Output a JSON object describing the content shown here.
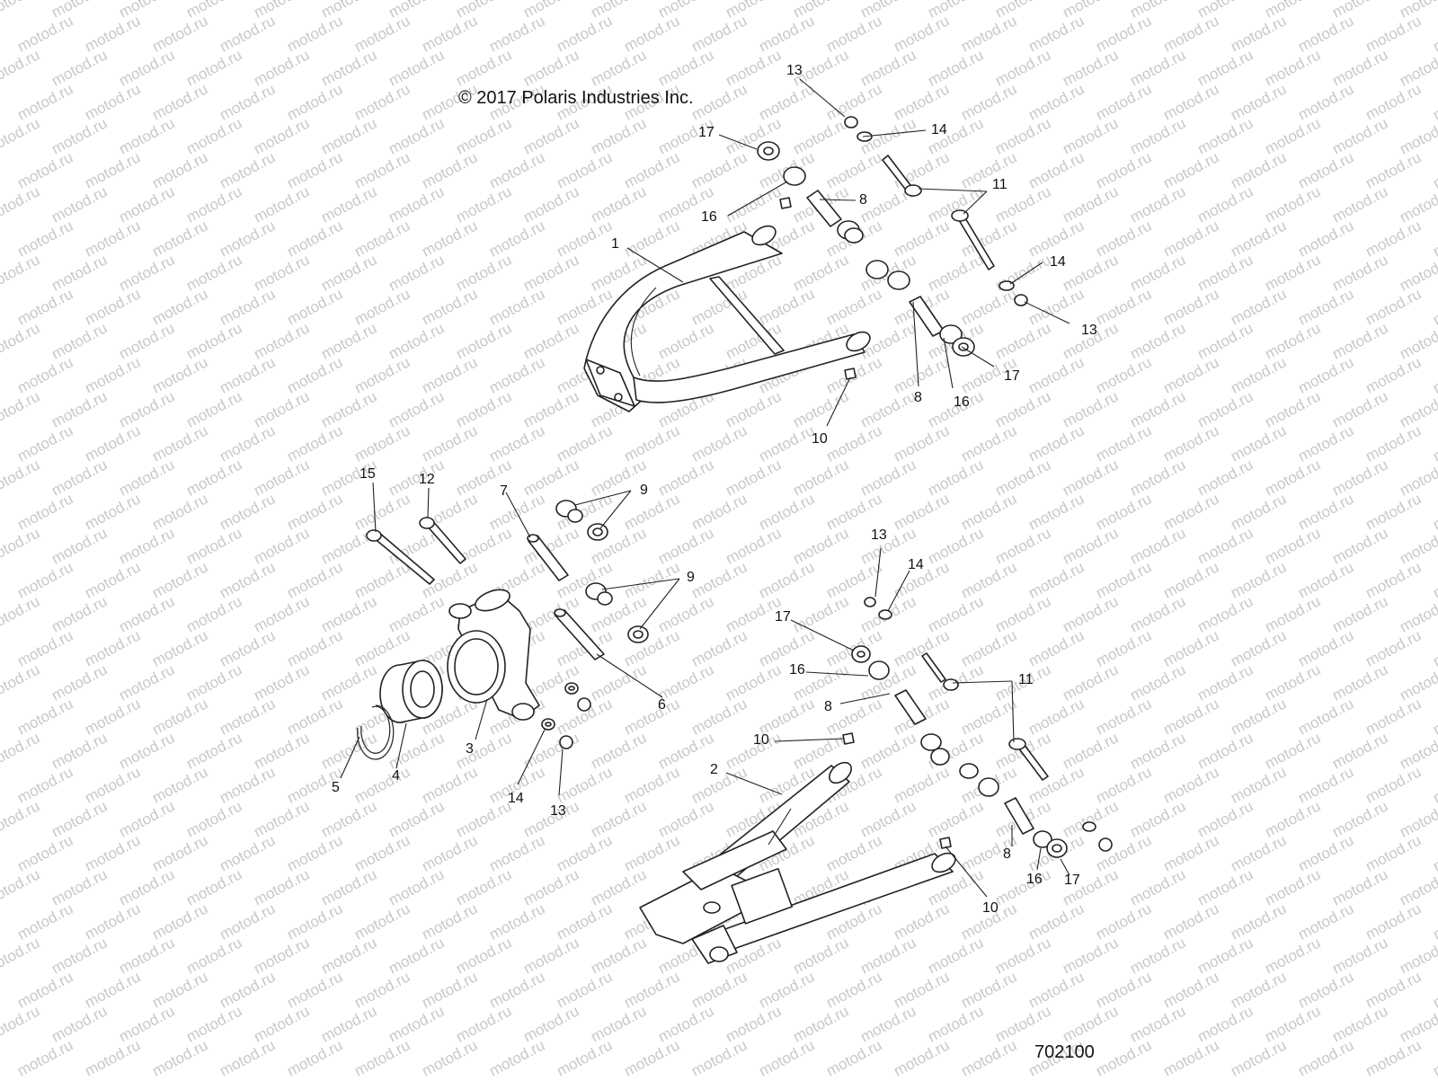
{
  "copyright": "© 2017  Polaris Industries Inc.",
  "diagram_number": "702100",
  "watermark": "motod.ru",
  "callouts": [
    {
      "id": "c1",
      "text": "1"
    },
    {
      "id": "c2",
      "text": "2"
    },
    {
      "id": "c3",
      "text": "3"
    },
    {
      "id": "c4",
      "text": "4"
    },
    {
      "id": "c5",
      "text": "5"
    },
    {
      "id": "c6",
      "text": "6"
    },
    {
      "id": "c7",
      "text": "7"
    },
    {
      "id": "c8a",
      "text": "8"
    },
    {
      "id": "c8b",
      "text": "8"
    },
    {
      "id": "c8c",
      "text": "8"
    },
    {
      "id": "c8d",
      "text": "8"
    },
    {
      "id": "c9a",
      "text": "9"
    },
    {
      "id": "c9b",
      "text": "9"
    },
    {
      "id": "c10a",
      "text": "10"
    },
    {
      "id": "c10b",
      "text": "10"
    },
    {
      "id": "c10c",
      "text": "10"
    },
    {
      "id": "c11a",
      "text": "11"
    },
    {
      "id": "c11b",
      "text": "11"
    },
    {
      "id": "c12",
      "text": "12"
    },
    {
      "id": "c13a",
      "text": "13"
    },
    {
      "id": "c13b",
      "text": "13"
    },
    {
      "id": "c13c",
      "text": "13"
    },
    {
      "id": "c13d",
      "text": "13"
    },
    {
      "id": "c14a",
      "text": "14"
    },
    {
      "id": "c14b",
      "text": "14"
    },
    {
      "id": "c14c",
      "text": "14"
    },
    {
      "id": "c14d",
      "text": "14"
    },
    {
      "id": "c15",
      "text": "15"
    },
    {
      "id": "c16a",
      "text": "16"
    },
    {
      "id": "c16b",
      "text": "16"
    },
    {
      "id": "c16c",
      "text": "16"
    },
    {
      "id": "c16d",
      "text": "16"
    },
    {
      "id": "c17a",
      "text": "17"
    },
    {
      "id": "c17b",
      "text": "17"
    },
    {
      "id": "c17c",
      "text": "17"
    },
    {
      "id": "c17d",
      "text": "17"
    }
  ]
}
